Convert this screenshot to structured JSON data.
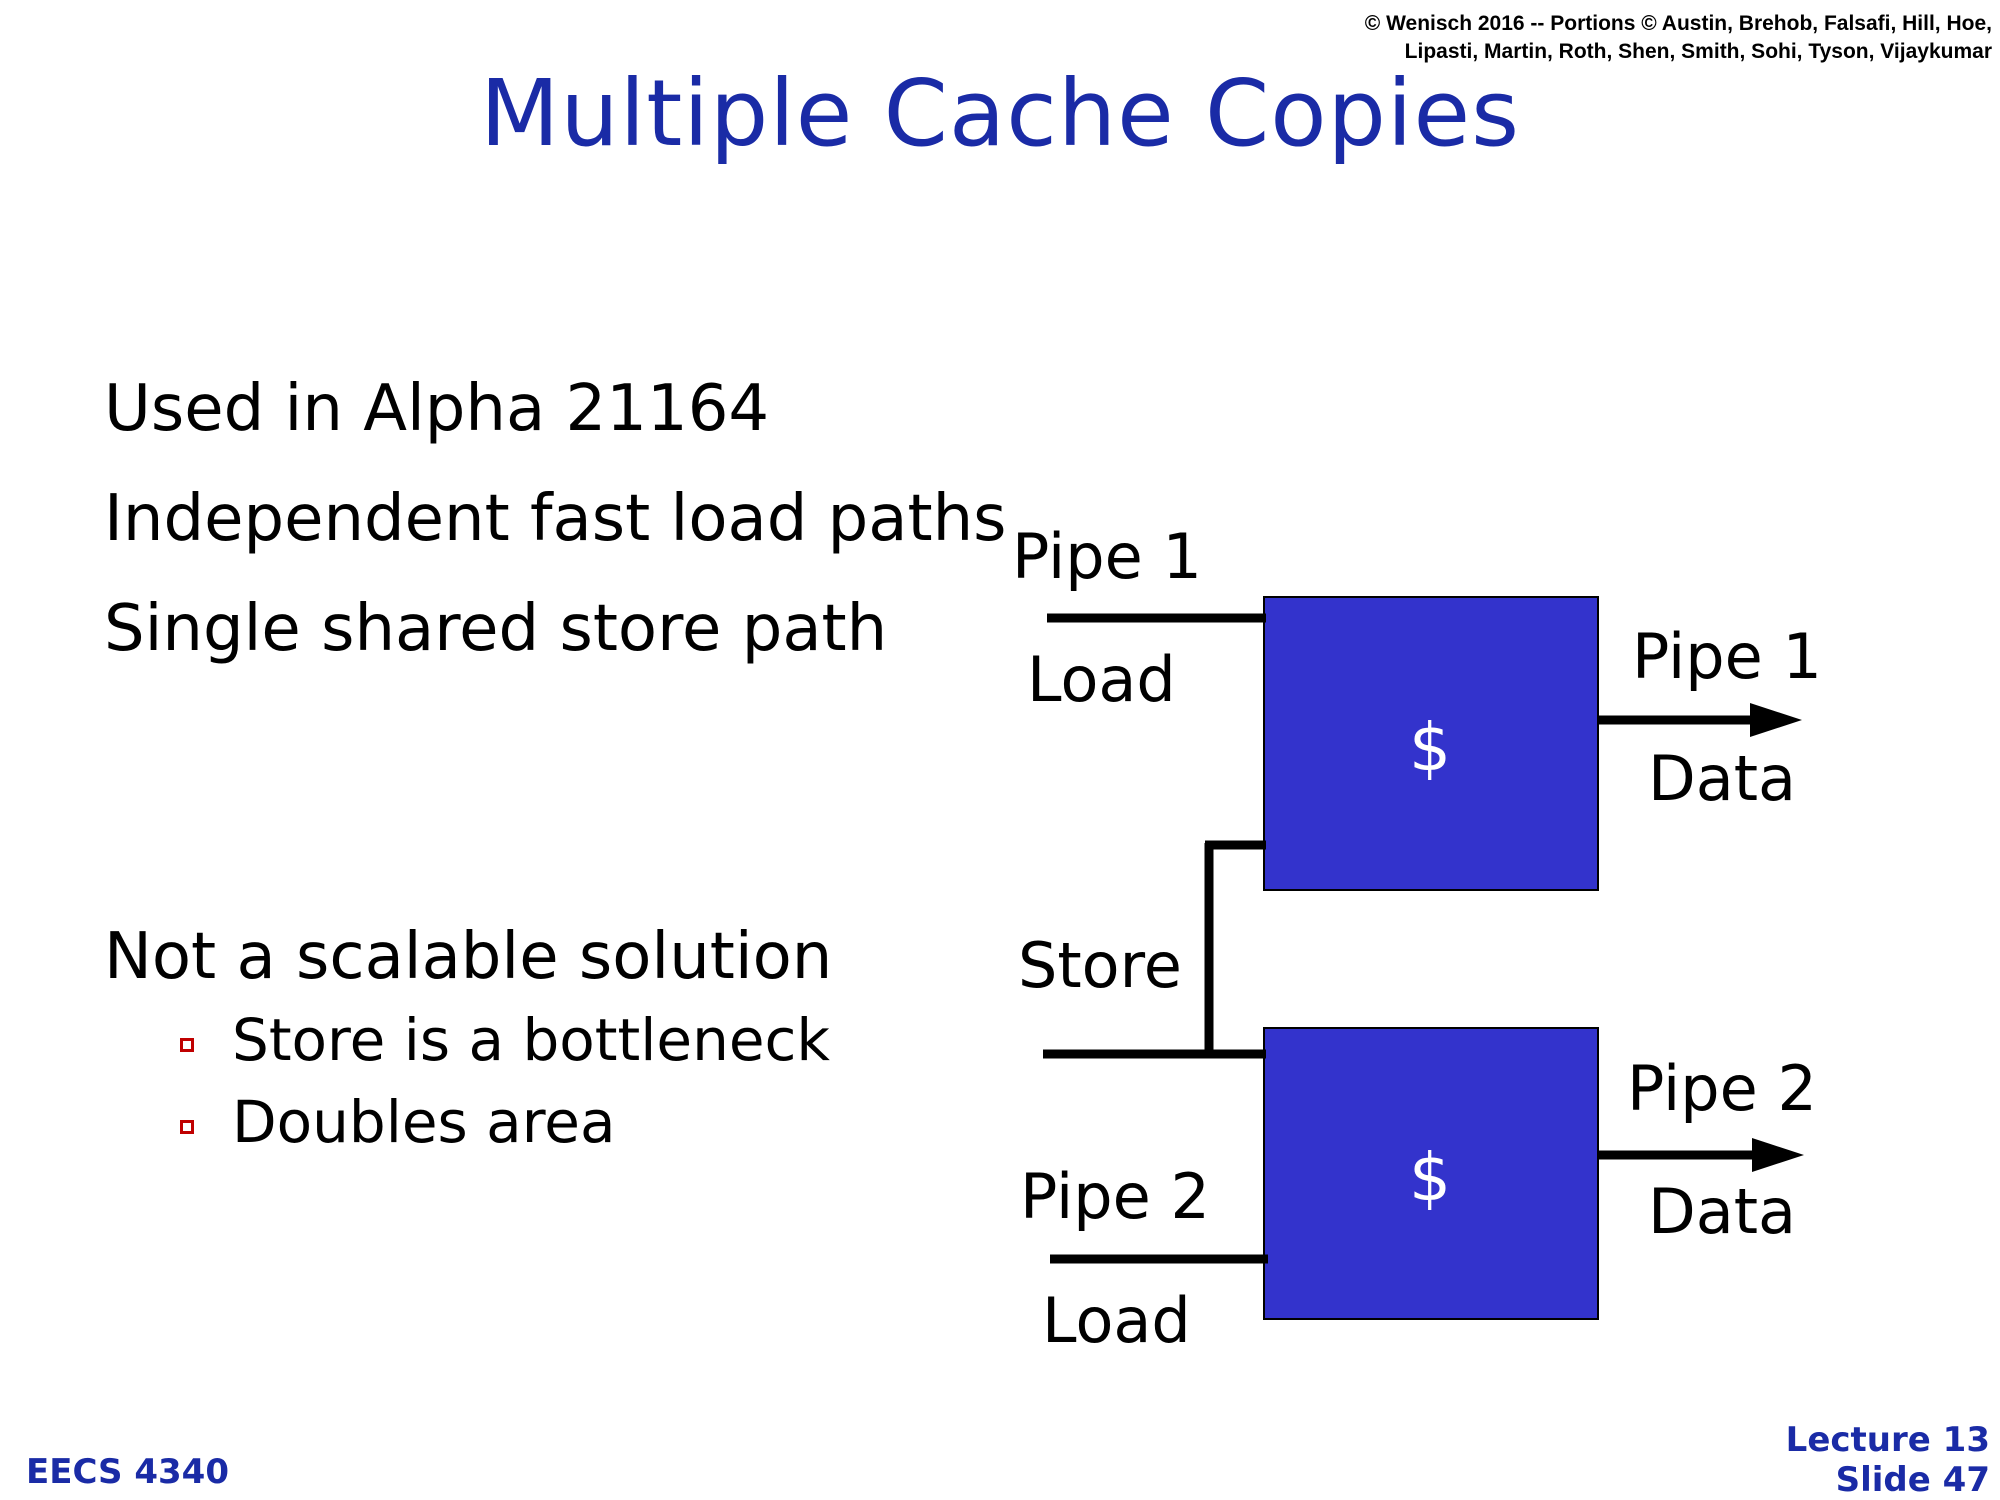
{
  "copyright": {
    "line1": "© Wenisch 2016 -- Portions © Austin, Brehob, Falsafi, Hill, Hoe,",
    "line2": "Lipasti, Martin, Roth, Shen, Smith, Sohi, Tyson, Vijaykumar"
  },
  "title": "Multiple Cache Copies",
  "bullets": [
    "Used in Alpha 21164",
    "Independent fast load paths",
    "Single shared store path"
  ],
  "bullet2": {
    "text": "Not a scalable solution",
    "subs": [
      "Store is a bottleneck",
      "Doubles area"
    ]
  },
  "diagram": {
    "cache_label": "$",
    "pipe1_load_top": "Pipe 1",
    "pipe1_load_bottom": "Load",
    "pipe1_data_top": "Pipe 1",
    "pipe1_data_bottom": "Data",
    "store_label": "Store",
    "pipe2_load_top": "Pipe 2",
    "pipe2_load_bottom": "Load",
    "pipe2_data_top": "Pipe 2",
    "pipe2_data_bottom": "Data",
    "cache_color": "#3333cc"
  },
  "footer": {
    "course": "EECS 4340",
    "lecture": "Lecture 13",
    "slide": "Slide 47"
  }
}
